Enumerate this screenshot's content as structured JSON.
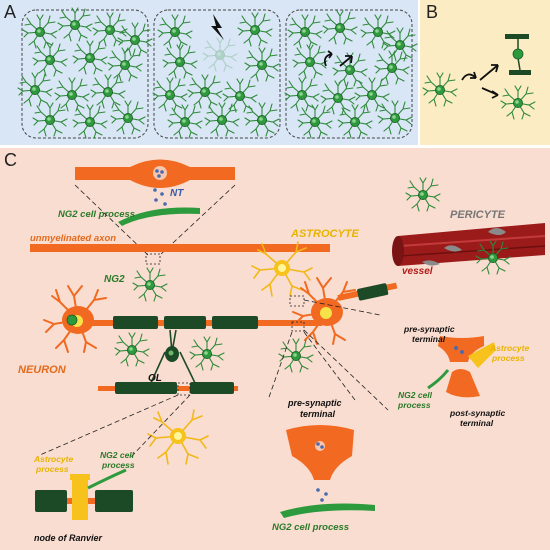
{
  "panels": {
    "a": {
      "letter": "A"
    },
    "b": {
      "letter": "B"
    },
    "c": {
      "letter": "C"
    }
  },
  "labels": {
    "nt": "NT",
    "ng2_process_top": "NG2 cell process",
    "unmyelinated_axon": "unmyelinated axon",
    "ng2": "NG2",
    "astrocyte": "ASTROCYTE",
    "pericyte": "PERICYTE",
    "vessel": "vessel",
    "neuron": "NEURON",
    "ol": "OL",
    "pre_synaptic_right": "pre-synaptic terminal",
    "astrocyte_process_right": "Astrocyte process",
    "ng2_process_right": "NG2 cell process",
    "post_synaptic": "post-synaptic terminal",
    "pre_synaptic_mid": "pre-synaptic terminal",
    "ng2_process_bottom": "NG2 cell process",
    "astrocyte_process_left": "Astrocyte process",
    "ng2_process_left": "NG2 cell process",
    "node_of_ranvier": "node of Ranvier"
  },
  "colors": {
    "panel_a_bg": "#d9e6f5",
    "panel_b_bg": "#fbecc4",
    "panel_c_bg": "#f9ddd0",
    "ng2_cell": "#2e9a3e",
    "ng2_dark": "#1c5c27",
    "neuron": "#f26a21",
    "astrocyte": "#f7c21b",
    "myelin": "#1d4a26",
    "vessel": "#9b1b1b",
    "pericyte": "#8a8a8a",
    "label_green": "#2a7a2a",
    "label_orange": "#e36b1e",
    "label_yellow": "#e8b400",
    "label_red": "#b01b1b",
    "label_blue": "#3a5ca8"
  }
}
